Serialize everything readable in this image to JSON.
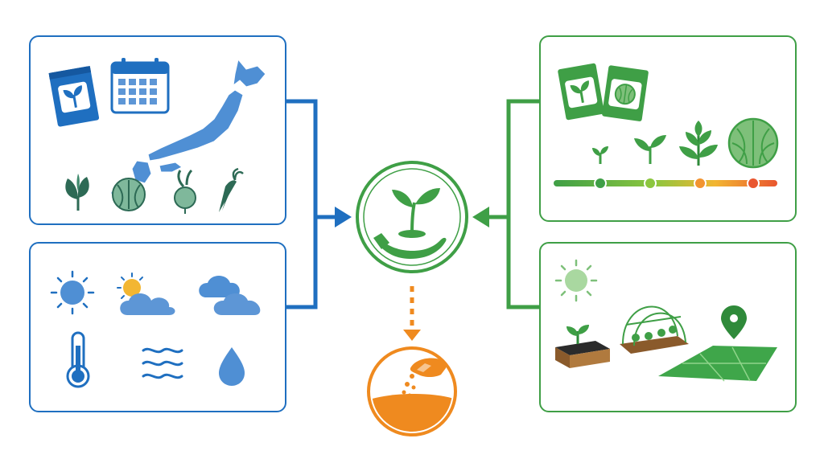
{
  "diagram": {
    "left_group": {
      "color": "#1f6fc0",
      "light_color": "#5d96d6",
      "panels": [
        {
          "id": "planting-info",
          "icons": [
            "seed-packet-icon",
            "calendar-icon",
            "japan-map-icon",
            "spinach-icon",
            "cabbage-icon",
            "turnip-icon",
            "carrot-icon"
          ]
        },
        {
          "id": "weather-conditions",
          "icons": [
            "sun-icon",
            "sun-behind-cloud-icon",
            "clouds-icon",
            "thermometer-icon",
            "wind-icon",
            "water-drop-icon"
          ]
        }
      ]
    },
    "right_group": {
      "color": "#3f9f46",
      "light_color": "#7ec07a",
      "panels": [
        {
          "id": "growth-stages",
          "icons": [
            "green-seed-packet-icon",
            "cabbage-seed-packet-icon",
            "seedling-small-icon",
            "seedling-medium-icon",
            "plant-leafy-icon",
            "cabbage-mature-icon"
          ],
          "timeline_colors": [
            "#3f9f46",
            "#8cc63f",
            "#f2b632",
            "#e9562f"
          ]
        },
        {
          "id": "growing-environment",
          "icons": [
            "sun-icon",
            "planter-box-icon",
            "row-cover-tunnel-icon",
            "field-location-pin-icon"
          ]
        }
      ]
    },
    "center": {
      "hub_icon": "hand-holding-sprout-icon",
      "hub_color": "#3f9f46",
      "output_icon": "hand-sowing-seeds-icon",
      "output_color": "#ef8a1f"
    }
  }
}
